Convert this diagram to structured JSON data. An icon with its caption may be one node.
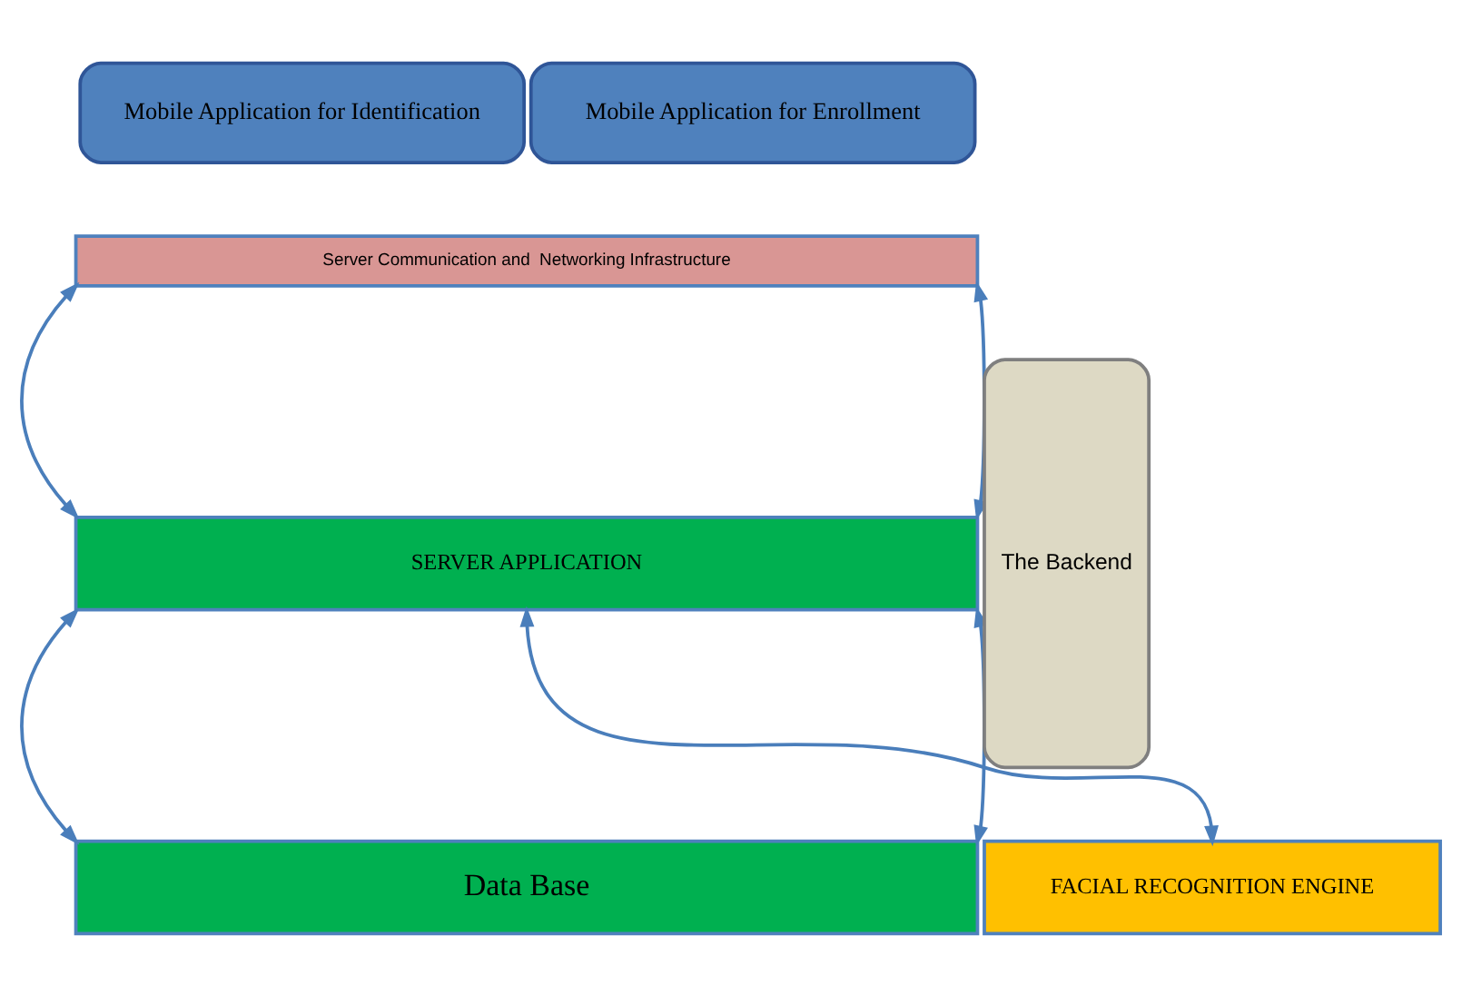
{
  "diagram": {
    "nodes": [
      {
        "text": [
          "Mobile Application for Identification"
        ]
      },
      {
        "text": [
          "Mobile Application for Enrollment"
        ]
      },
      {
        "text": [
          "Server Communication and  Networking Infrastructure"
        ]
      },
      {
        "text": [
          "SERVER APPLICATION"
        ]
      },
      {
        "text": [
          "FACIAL RECOGNITION ENGINE"
        ]
      },
      {
        "text": [
          "Data Base"
        ]
      },
      {
        "text": [
          "The Backend"
        ]
      }
    ],
    "edges": [
      {
        "from": 2,
        "to": 3,
        "arrow": "both"
      },
      {
        "from": 2,
        "to": 3,
        "arrow": "both"
      },
      {
        "from": 3,
        "to": 4,
        "arrow": "both"
      },
      {
        "from": 3,
        "to": 5,
        "arrow": "both"
      },
      {
        "from": 3,
        "to": 5,
        "arrow": "both"
      }
    ]
  }
}
